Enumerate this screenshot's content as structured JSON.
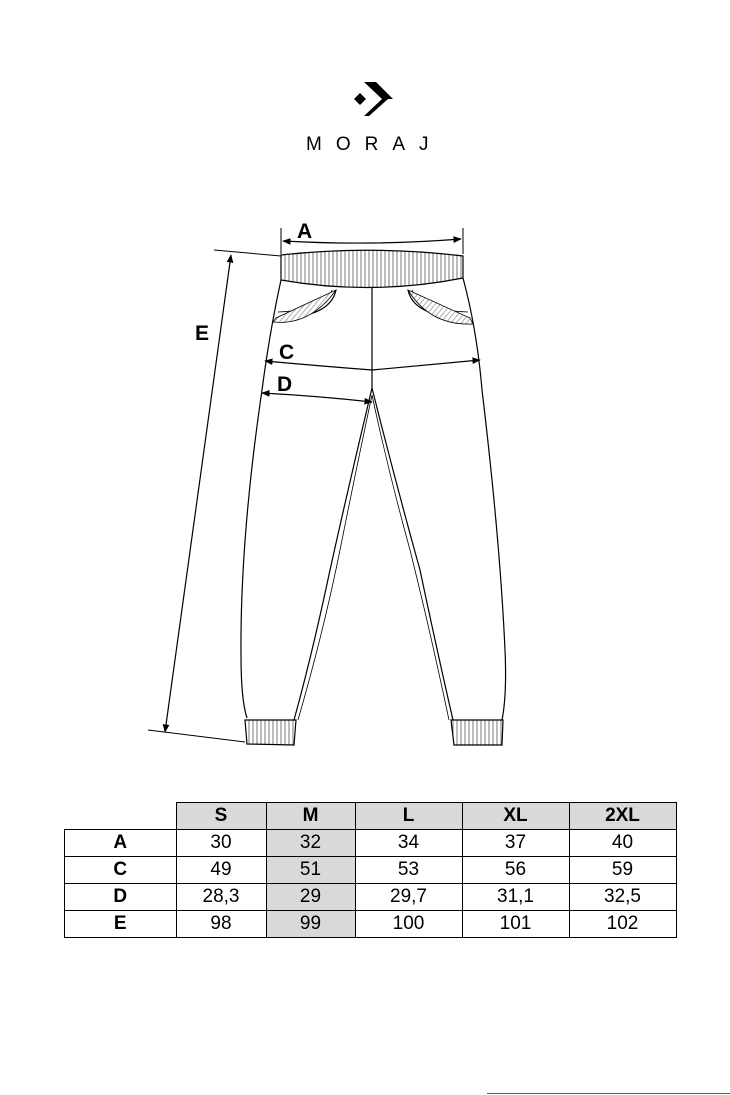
{
  "brand": {
    "name": "MORAJ"
  },
  "diagram": {
    "labels": {
      "a": "A",
      "c": "C",
      "d": "D",
      "e": "E"
    }
  },
  "table": {
    "columns": [
      "S",
      "M",
      "L",
      "XL",
      "2XL"
    ],
    "highlight_column": "M",
    "rows": [
      {
        "label": "A",
        "values": [
          "30",
          "32",
          "34",
          "37",
          "40"
        ]
      },
      {
        "label": "C",
        "values": [
          "49",
          "51",
          "53",
          "56",
          "59"
        ]
      },
      {
        "label": "D",
        "values": [
          "28,3",
          "29",
          "29,7",
          "31,1",
          "32,5"
        ]
      },
      {
        "label": "E",
        "values": [
          "98",
          "99",
          "100",
          "101",
          "102"
        ]
      }
    ]
  },
  "colors": {
    "accent_line": "#e31e24",
    "header_fill": "#d9d9d9"
  }
}
